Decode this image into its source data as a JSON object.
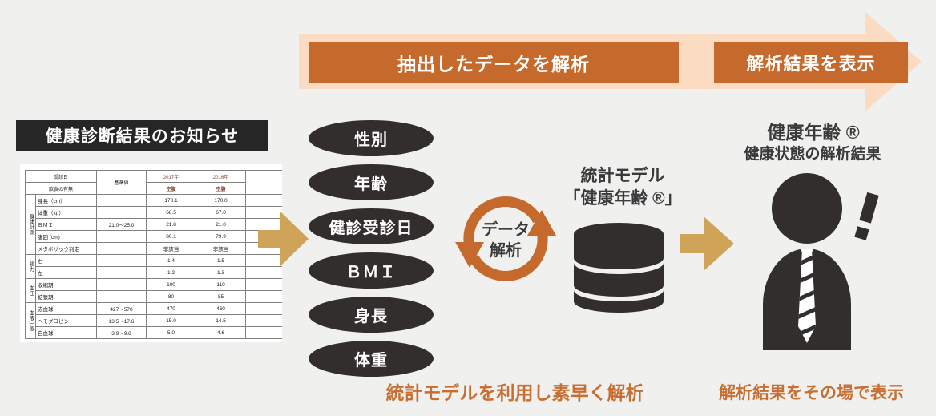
{
  "colors": {
    "accent_orange": "#c5692c",
    "band_orange": "#fbdcc3",
    "gold": "#cfa458",
    "charcoal": "#312e2d",
    "caption_orange": "#c96e31"
  },
  "top_flow": {
    "step1_label": "抽出したデータを解析",
    "step2_label": "解析結果を表示"
  },
  "report": {
    "title": "健康診断結果のお知らせ",
    "table": {
      "corner_top": "受診日",
      "corner_bottom": "飲食の有無",
      "ref_header": "基準値",
      "year_cols": [
        {
          "year": "2017年",
          "sub": "空腹"
        },
        {
          "year": "2016年",
          "sub": "空腹"
        }
      ],
      "groups": [
        {
          "label": "身体計測",
          "rows": [
            {
              "item": "身長（cm）",
              "ref": "",
              "v2017": "170.1",
              "v2016": "170.0"
            },
            {
              "item": "体重（kg）",
              "ref": "",
              "v2017": "68.5",
              "v2016": "67.0"
            },
            {
              "item": "ＢＭＩ",
              "ref": "21.0～25.0",
              "v2017": "21.8",
              "v2016": "21.0"
            },
            {
              "item": "腹囲 (cm)",
              "ref": "",
              "v2017": "80.1",
              "v2016": "79.9"
            },
            {
              "item": "メタボリック判定",
              "ref": "",
              "v2017": "非該当",
              "v2016": "非該当"
            }
          ]
        },
        {
          "label": "視力",
          "rows": [
            {
              "item": "右",
              "ref": "",
              "v2017": "1.4",
              "v2016": "1.5"
            },
            {
              "item": "左",
              "ref": "",
              "v2017": "1.2",
              "v2016": "1.3"
            }
          ]
        },
        {
          "label": "血圧",
          "rows": [
            {
              "item": "収縮期",
              "ref": "",
              "v2017": "100",
              "v2016": "110"
            },
            {
              "item": "拡張期",
              "ref": "",
              "v2017": "80",
              "v2016": "85"
            }
          ]
        },
        {
          "label": "血液一般",
          "rows": [
            {
              "item": "赤血球",
              "ref": "427～570",
              "v2017": "470",
              "v2016": "460"
            },
            {
              "item": "ヘモグロビン",
              "ref": "13.5～17.6",
              "v2017": "15.0",
              "v2016": "14.5"
            },
            {
              "item": "白血球",
              "ref": "3.9～9.8",
              "v2017": "5.0",
              "v2016": "4.6"
            }
          ]
        }
      ]
    }
  },
  "extracted_fields": [
    "性別",
    "年齢",
    "健診受診日",
    "ＢＭＩ",
    "身長",
    "体重"
  ],
  "analysis": {
    "cycle_line1": "データ",
    "cycle_line2": "解析",
    "model_line1": "統計モデル",
    "model_line2": "「健康年齢 ®」",
    "caption": "統計モデルを利用し素早く解析"
  },
  "result": {
    "title": "健康年齢 ®",
    "subtitle": "健康状態の解析結果",
    "caption": "解析結果をその場で表示"
  }
}
